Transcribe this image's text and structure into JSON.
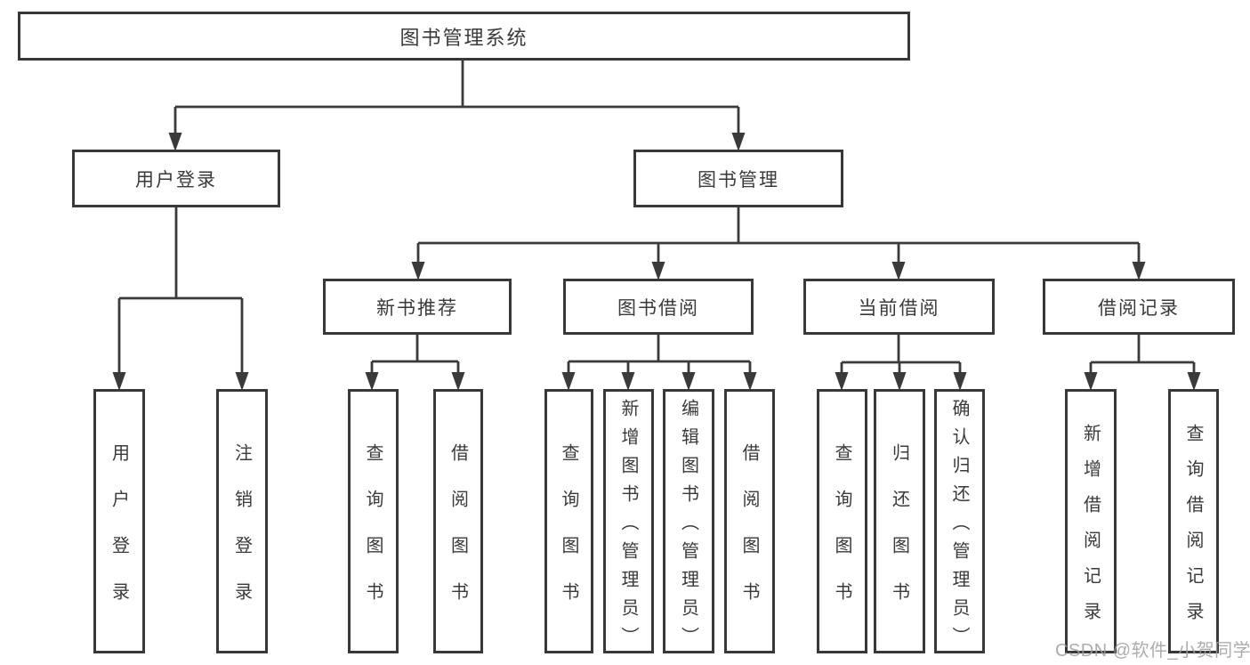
{
  "watermark": "CSDN @软件_小贺同学",
  "tree": {
    "label": "图书管理系统",
    "children": [
      {
        "label": "用户登录",
        "children": [
          {
            "label": "用户登录"
          },
          {
            "label": "注销登录"
          }
        ]
      },
      {
        "label": "图书管理",
        "children": [
          {
            "label": "新书推荐",
            "children": [
              {
                "label": "查询图书"
              },
              {
                "label": "借阅图书"
              }
            ]
          },
          {
            "label": "图书借阅",
            "children": [
              {
                "label": "查询图书"
              },
              {
                "label": "新增图书（管理员）"
              },
              {
                "label": "编辑图书（管理员）"
              },
              {
                "label": "借阅图书"
              }
            ]
          },
          {
            "label": "当前借阅",
            "children": [
              {
                "label": "查询图书"
              },
              {
                "label": "归还图书"
              },
              {
                "label": "确认归还（管理员）"
              }
            ]
          },
          {
            "label": "借阅记录",
            "children": [
              {
                "label": "新增借阅记录"
              },
              {
                "label": "查询借阅记录"
              }
            ]
          }
        ]
      }
    ]
  },
  "connector_color": "#3a3a3a"
}
